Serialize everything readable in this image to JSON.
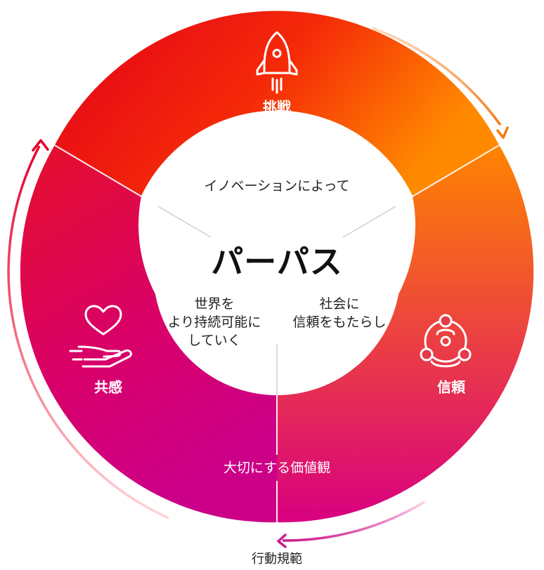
{
  "purpose": {
    "title": "パーパス",
    "line1": "イノベーションによって",
    "left_lines": [
      "世界を",
      "より持続可能に",
      "していく"
    ],
    "right_lines": [
      "社会に",
      "信頼をもたらし"
    ]
  },
  "values": {
    "caption": "大切にする価値観",
    "items": [
      {
        "label": "挑戦",
        "icon": "rocket-icon"
      },
      {
        "label": "信頼",
        "icon": "people-connected-icon"
      },
      {
        "label": "共感",
        "icon": "heart-in-hand-icon"
      }
    ]
  },
  "code_of_conduct": "行動規範",
  "colors": {
    "red": "#e8001c",
    "orange": "#ff8000",
    "magenta": "#d4007d",
    "arrow_red": "#e5002b",
    "arrow_orange": "#f57a14",
    "arrow_magenta": "#cc1a8e"
  }
}
